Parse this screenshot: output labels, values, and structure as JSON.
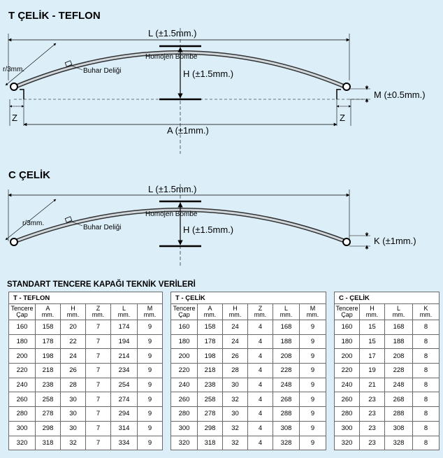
{
  "diagram_teflon": {
    "title": "T ÇELİK - TEFLON",
    "L_label": "L (±1.5mm.)",
    "H_label": "H (±1.5mm.)",
    "M_label": "M (±0.5mm.)",
    "A_label": "A (±1mm.)",
    "r_label": "r/3mm.",
    "buhar_label": "Buhar Deliği",
    "bombe_label": "Homojen Bombe",
    "z_left": "Z",
    "z_right": "Z"
  },
  "diagram_celik": {
    "title": "C ÇELİK",
    "L_label": "L (±1.5mm.)",
    "H_label": "H (±1.5mm.)",
    "K_label": "K (±1mm.)",
    "r_label": "r/3mm.",
    "buhar_label": "Buhar Deliği",
    "bombe_label": "Homojen Bombe"
  },
  "tables_title": "STANDART TENCERE KAPAĞI TEKNİK VERİLERİ",
  "unit": "mm.",
  "table_teflon": {
    "caption": "T - TEFLON",
    "headers": [
      "Tencere Çap",
      "A",
      "H",
      "Z",
      "L",
      "M"
    ],
    "rows": [
      [
        "160",
        "158",
        "20",
        "7",
        "174",
        "9"
      ],
      [
        "180",
        "178",
        "22",
        "7",
        "194",
        "9"
      ],
      [
        "200",
        "198",
        "24",
        "7",
        "214",
        "9"
      ],
      [
        "220",
        "218",
        "26",
        "7",
        "234",
        "9"
      ],
      [
        "240",
        "238",
        "28",
        "7",
        "254",
        "9"
      ],
      [
        "260",
        "258",
        "30",
        "7",
        "274",
        "9"
      ],
      [
        "280",
        "278",
        "30",
        "7",
        "294",
        "9"
      ],
      [
        "300",
        "298",
        "30",
        "7",
        "314",
        "9"
      ],
      [
        "320",
        "318",
        "32",
        "7",
        "334",
        "9"
      ]
    ]
  },
  "table_celik": {
    "caption": "T - ÇELİK",
    "headers": [
      "Tencere Çap",
      "A",
      "H",
      "Z",
      "L",
      "M"
    ],
    "rows": [
      [
        "160",
        "158",
        "24",
        "4",
        "168",
        "9"
      ],
      [
        "180",
        "178",
        "24",
        "4",
        "188",
        "9"
      ],
      [
        "200",
        "198",
        "26",
        "4",
        "208",
        "9"
      ],
      [
        "220",
        "218",
        "28",
        "4",
        "228",
        "9"
      ],
      [
        "240",
        "238",
        "30",
        "4",
        "248",
        "9"
      ],
      [
        "260",
        "258",
        "32",
        "4",
        "268",
        "9"
      ],
      [
        "280",
        "278",
        "30",
        "4",
        "288",
        "9"
      ],
      [
        "300",
        "298",
        "32",
        "4",
        "308",
        "9"
      ],
      [
        "320",
        "318",
        "32",
        "4",
        "328",
        "9"
      ]
    ]
  },
  "table_c_celik": {
    "caption": "C - ÇELİK",
    "headers": [
      "Tencere Çap",
      "H",
      "L",
      "K"
    ],
    "rows": [
      [
        "160",
        "15",
        "168",
        "8"
      ],
      [
        "180",
        "15",
        "188",
        "8"
      ],
      [
        "200",
        "17",
        "208",
        "8"
      ],
      [
        "220",
        "19",
        "228",
        "8"
      ],
      [
        "240",
        "21",
        "248",
        "8"
      ],
      [
        "260",
        "23",
        "268",
        "8"
      ],
      [
        "280",
        "23",
        "288",
        "8"
      ],
      [
        "300",
        "23",
        "308",
        "8"
      ],
      [
        "320",
        "23",
        "328",
        "8"
      ]
    ]
  }
}
